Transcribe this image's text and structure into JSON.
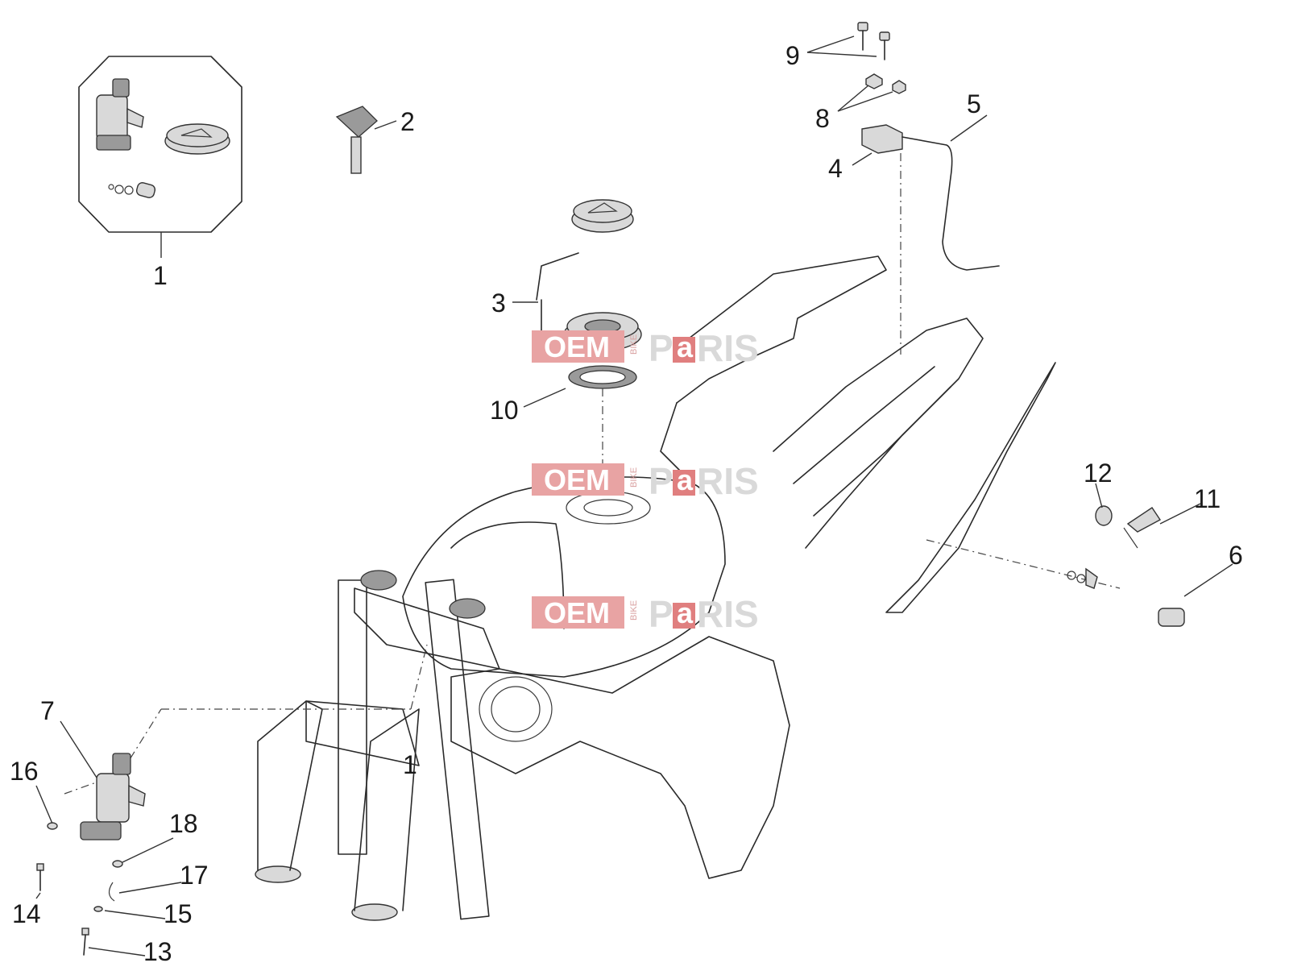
{
  "diagram": {
    "callouts": [
      {
        "id": "1",
        "label": "1"
      },
      {
        "id": "1b",
        "label": "1"
      },
      {
        "id": "2",
        "label": "2"
      },
      {
        "id": "3",
        "label": "3"
      },
      {
        "id": "4",
        "label": "4"
      },
      {
        "id": "5",
        "label": "5"
      },
      {
        "id": "6",
        "label": "6"
      },
      {
        "id": "7",
        "label": "7"
      },
      {
        "id": "8",
        "label": "8"
      },
      {
        "id": "9",
        "label": "9"
      },
      {
        "id": "10",
        "label": "10"
      },
      {
        "id": "11",
        "label": "11"
      },
      {
        "id": "12",
        "label": "12"
      },
      {
        "id": "13",
        "label": "13"
      },
      {
        "id": "14",
        "label": "14"
      },
      {
        "id": "15",
        "label": "15"
      },
      {
        "id": "16",
        "label": "16"
      },
      {
        "id": "17",
        "label": "17"
      },
      {
        "id": "18",
        "label": "18"
      }
    ]
  },
  "watermark": {
    "brand_prefix": "OEM",
    "brand_side": "BIKE",
    "brand_p": "P",
    "brand_a": "a",
    "brand_rest": "RIS"
  },
  "colors": {
    "watermark_red": "#e8a3a3",
    "line": "#2a2a2a",
    "background": "#ffffff"
  }
}
